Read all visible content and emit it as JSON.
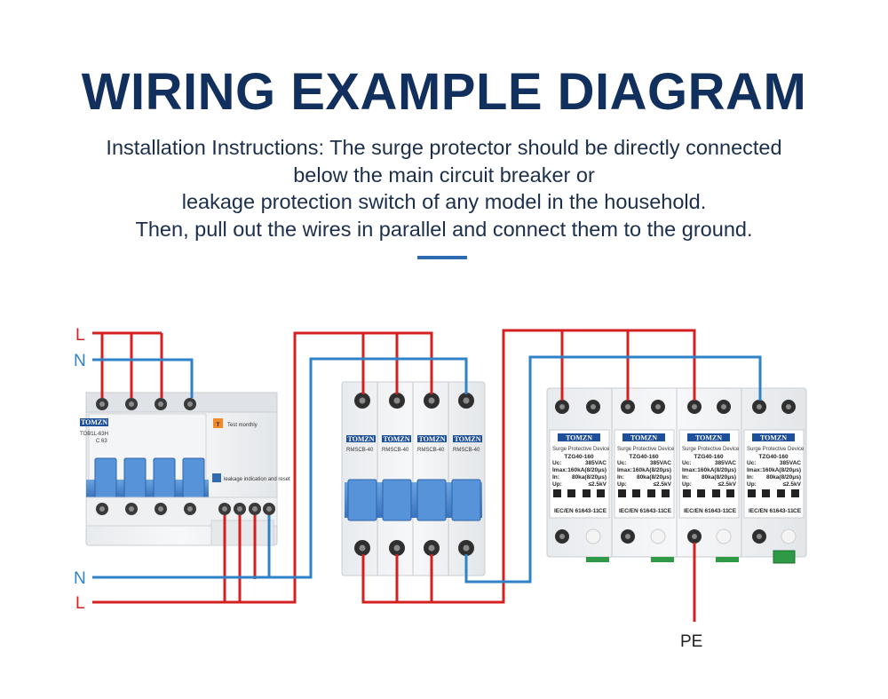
{
  "title": "WIRING EXAMPLE DIAGRAM",
  "instructions": [
    "Installation Instructions: The surge protector should be directly connected",
    "below the main circuit breaker or",
    "leakage protection switch of any model in the household.",
    "Then, pull out the wires in parallel and connect them to the ground."
  ],
  "wire_labels": {
    "live_top": "L",
    "neutral_top": "N",
    "neutral_bottom": "N",
    "live_bottom": "L",
    "earth": "PE"
  },
  "rcbo": {
    "brand": "TOMZN",
    "model": "TOB1L-63H",
    "rating": "C 63",
    "test_button": "T",
    "test_note": "Test monthly",
    "legend": "leakage indication and reset"
  },
  "spd_t1": {
    "brand": "TOMZN",
    "model": "RMSCB-40",
    "module_count": 4
  },
  "spd_t2": {
    "brand": "TOMZN",
    "device_label": "Surge Protective Device",
    "model": "TZG40-160",
    "uc_label": "Uc:",
    "uc_value": "385VAC",
    "imax_label": "Imax:",
    "imax_value": "160kA(8/20μs)",
    "in_label": "In:",
    "in_value": "80ka(8/20μs)",
    "up_label": "Up:",
    "up_value": "≤2.5kV",
    "standard": "IEC/EN 61643-11",
    "mark": "CE",
    "module_count": 4
  },
  "colors": {
    "live": "#d42020",
    "neutral": "#2f82c8",
    "heading": "#12305e",
    "divider": "#2e6bb1",
    "breaker_blue": "#4a86cf",
    "brand_blue": "#1e4f9a"
  }
}
